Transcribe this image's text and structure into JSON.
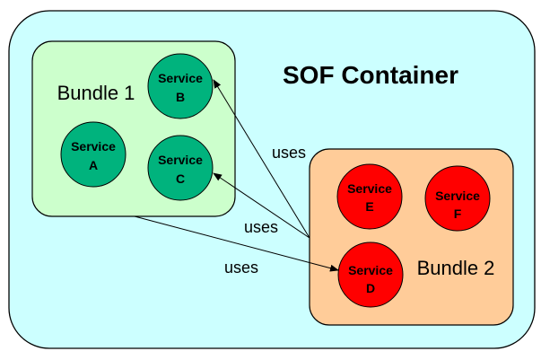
{
  "container": {
    "title": "SOF Container",
    "fill": "#ccffff"
  },
  "bundles": [
    {
      "label": "Bundle 1",
      "fill": "#ccffcc"
    },
    {
      "label": "Bundle 2",
      "fill": "#ffcc99"
    }
  ],
  "services": [
    {
      "line1": "Service",
      "line2": "A",
      "fill": "#00b37d"
    },
    {
      "line1": "Service",
      "line2": "B",
      "fill": "#00b37d"
    },
    {
      "line1": "Service",
      "line2": "C",
      "fill": "#00b37d"
    },
    {
      "line1": "Service",
      "line2": "D",
      "fill": "#ff0000"
    },
    {
      "line1": "Service",
      "line2": "E",
      "fill": "#ff0000"
    },
    {
      "line1": "Service",
      "line2": "F",
      "fill": "#ff0000"
    }
  ],
  "edges": [
    {
      "from": "Bundle 2",
      "to": "Service B",
      "label": "uses"
    },
    {
      "from": "Bundle 2",
      "to": "Service C",
      "label": "uses"
    },
    {
      "from": "Bundle 1",
      "to": "Service D",
      "label": "uses"
    }
  ]
}
